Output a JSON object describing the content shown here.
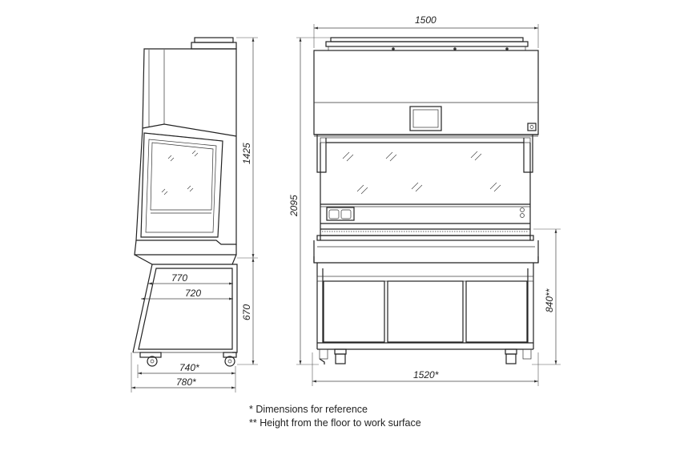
{
  "dimensions": {
    "side_height_top": "1425",
    "side_height_stand": "670",
    "side_width_outer_stand": "770",
    "side_width_inner_stand": "720",
    "side_width_wheels": "740*",
    "side_width_total": "780*",
    "front_width_top": "1500",
    "front_height_total": "2095",
    "front_height_work_surface": "840**",
    "front_width_bottom": "1520*"
  },
  "notes": {
    "reference": "* Dimensions for reference",
    "floor_height": "** Height from the floor to work surface"
  }
}
